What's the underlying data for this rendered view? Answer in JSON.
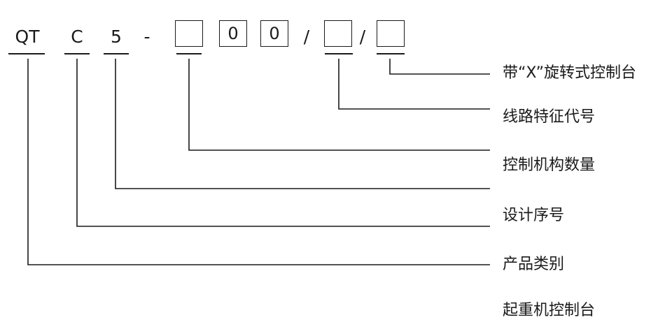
{
  "code": {
    "seg_qt": "QT",
    "seg_c": "C",
    "seg_5": "5",
    "dash": "-",
    "box1": "",
    "box2": "0",
    "box3": "0",
    "slash1": "/",
    "box4": "",
    "slash2": "/",
    "box5": ""
  },
  "labels": {
    "handle": "带“X”旋转式控制台",
    "line_feature": "线路特征代号",
    "mechanism_count": "控制机构数量",
    "design_no": "设计序号",
    "category": "产品类别",
    "product": "起重机控制台"
  }
}
